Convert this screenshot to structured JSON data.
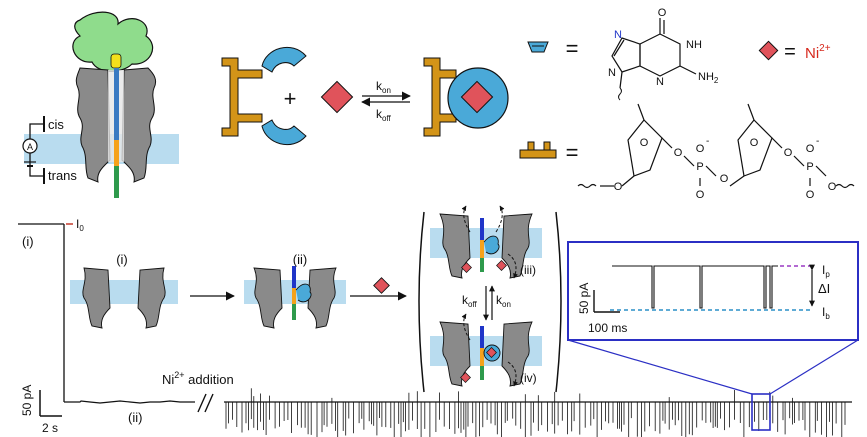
{
  "top": {
    "labels": {
      "cis": "cis",
      "trans": "trans",
      "ammeter": "A",
      "k_on": "k",
      "k_on_sub": "on",
      "k_off": "k",
      "k_off_sub": "off",
      "plus": "+",
      "equals_1": "=",
      "equals_2": "=",
      "equals_3": "=",
      "ni_base": "Ni",
      "ni_sup": "2+"
    },
    "guanine": {
      "oxygen": "O",
      "nh_ring": "H",
      "nh_ring_n": "N",
      "nh2_n": "NH",
      "nh2_sub": "2",
      "n7": "N",
      "n3": "N",
      "n9": "N"
    },
    "backbone": {
      "o1": "O",
      "o2": "O",
      "o3": "O",
      "o4": "O",
      "o5": "O",
      "o6": "O",
      "o7": "O",
      "o8": "O",
      "o9": "O",
      "o10": "O",
      "p1": "P",
      "p2": "P",
      "minus": "-",
      "ring_o1": "O",
      "ring_o2": "O"
    }
  },
  "trace": {
    "i0_label": "I",
    "i0_sub": "0",
    "state_i": "(i)",
    "state_ii": "(ii)",
    "ni_addition_pre": "Ni",
    "ni_addition_sup": "2+",
    "ni_addition_post": " addition",
    "scale_current": "50 pA",
    "scale_time": "2 s"
  },
  "schematic": {
    "i": "(i)",
    "ii": "(ii)",
    "iii": "(iii)",
    "iv": "(iv)",
    "k_off": "k",
    "k_off_sub": "off",
    "k_on": "k",
    "k_on_sub": "on"
  },
  "inset": {
    "ip": "I",
    "ip_sub": "p",
    "ib": "I",
    "ib_sub": "b",
    "delta": "ΔI",
    "scale_current": "50 pA",
    "scale_time": "100 ms"
  },
  "colors": {
    "protein_gray": "#8a8a8a",
    "membrane": "#b9dcef",
    "capsule": "#f5a21b",
    "ligand_blue": "#4aa9d8",
    "dna_blue": "#3a7ac2",
    "dna_green": "#2e9a4c",
    "helper_green": "#7fd67f",
    "ni_red": "#e0535b",
    "inset_border": "#2b2fc4",
    "purple_level": "#9a39c3",
    "teal_level": "#2a8fc7"
  }
}
